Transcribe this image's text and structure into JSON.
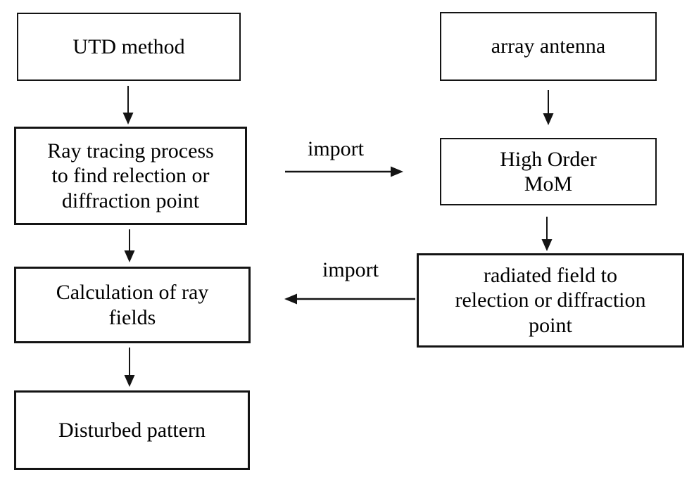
{
  "diagram": {
    "title": "UTD / MoM hybrid method flowchart",
    "colors": {
      "background": "#ffffff",
      "box_border": "#141414",
      "text": "#000000"
    },
    "boxes": {
      "utd_method": {
        "lines": [
          "UTD method"
        ]
      },
      "array_antenna": {
        "lines": [
          "array antenna"
        ]
      },
      "ray_tracing": {
        "lines": [
          "Ray tracing process",
          "to find relection or",
          "diffraction point"
        ]
      },
      "high_order_mom": {
        "lines": [
          "High Order",
          "MoM"
        ]
      },
      "radiated_field": {
        "lines": [
          "radiated field to",
          "relection or diffraction",
          "point"
        ]
      },
      "calculation": {
        "lines": [
          "Calculation of ray",
          "fields"
        ]
      },
      "disturbed_pattern": {
        "lines": [
          "Disturbed pattern"
        ]
      }
    },
    "edge_labels": {
      "import_top": "import",
      "import_bottom": "import"
    },
    "arrows": [
      {
        "from": "utd_method",
        "to": "ray_tracing",
        "direction": "down"
      },
      {
        "from": "array_antenna",
        "to": "high_order_mom",
        "direction": "down"
      },
      {
        "from": "ray_tracing",
        "to": "high_order_mom",
        "direction": "right",
        "label": "import"
      },
      {
        "from": "high_order_mom",
        "to": "radiated_field",
        "direction": "down"
      },
      {
        "from": "radiated_field",
        "to": "calculation",
        "direction": "left",
        "label": "import"
      },
      {
        "from": "ray_tracing",
        "to": "calculation",
        "direction": "down"
      },
      {
        "from": "calculation",
        "to": "disturbed_pattern",
        "direction": "down"
      }
    ]
  }
}
